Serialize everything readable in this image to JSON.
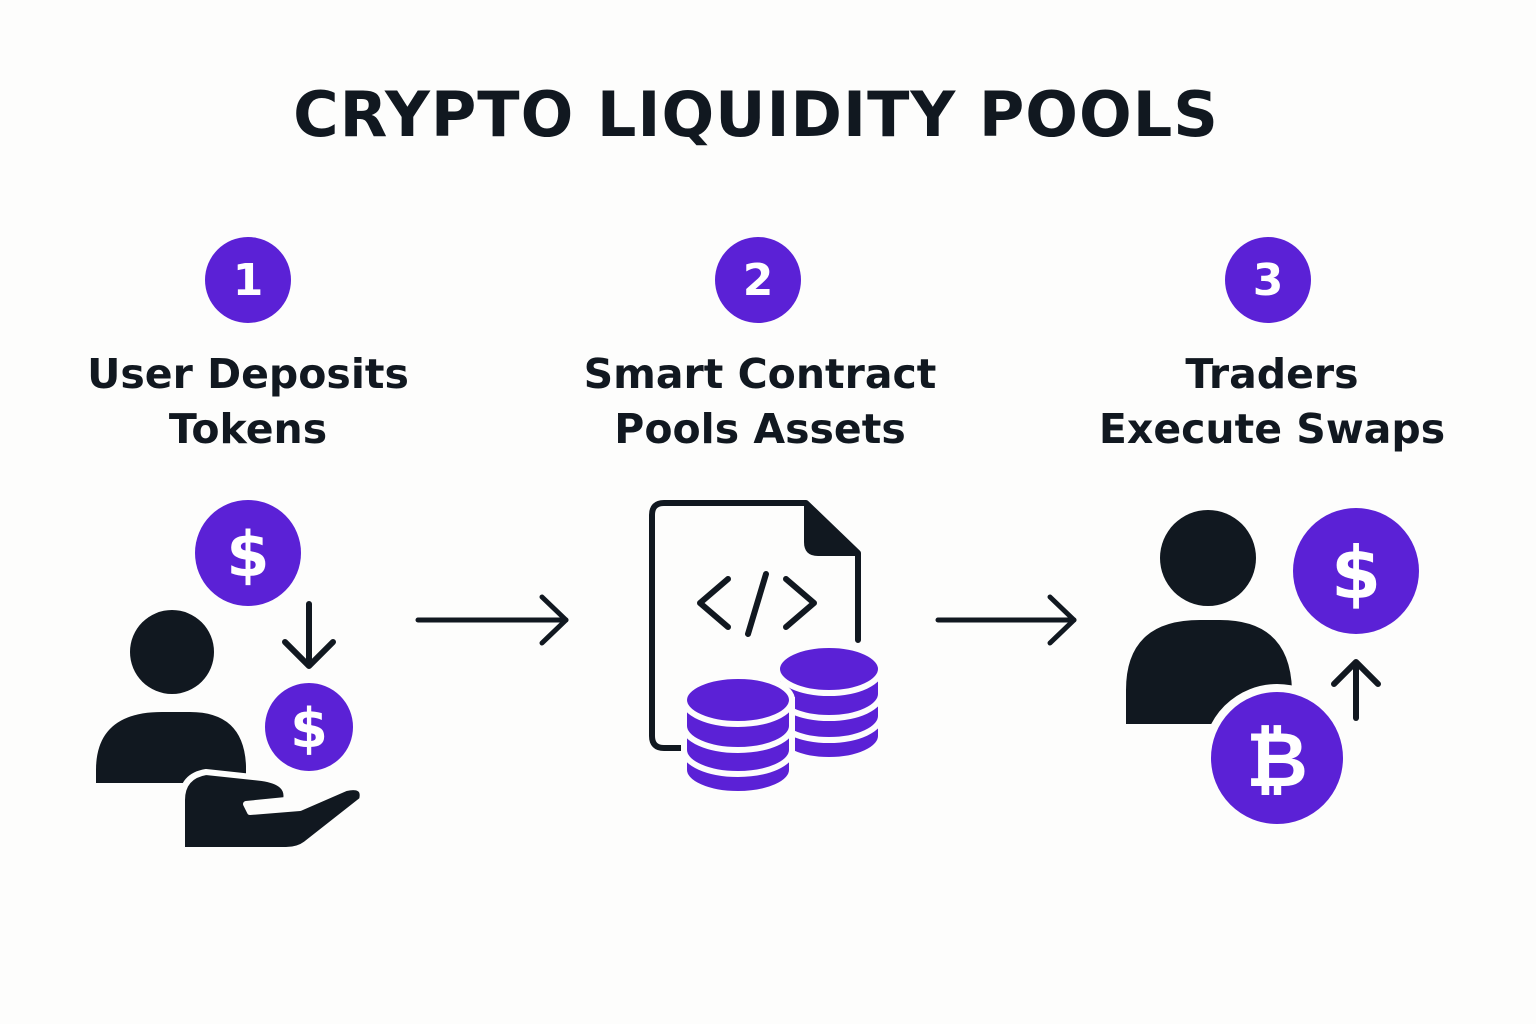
{
  "title": "CRYPTO LIQUIDITY POOLS",
  "colors": {
    "accent": "#5b21d6",
    "ink": "#111820",
    "background": "#fdfdfc"
  },
  "steps": [
    {
      "number": "1",
      "label_lines": [
        "User Deposits",
        "Tokens"
      ],
      "icon": "user-deposit-icon"
    },
    {
      "number": "2",
      "label_lines": [
        "Smart Contract",
        "Pools Assets"
      ],
      "icon": "smart-contract-pool-icon"
    },
    {
      "number": "3",
      "label_lines": [
        "Traders",
        "Execute Swaps"
      ],
      "icon": "trader-swap-icon"
    }
  ],
  "symbols": {
    "dollar": "$",
    "bitcoin": "₿",
    "code": "</>"
  }
}
